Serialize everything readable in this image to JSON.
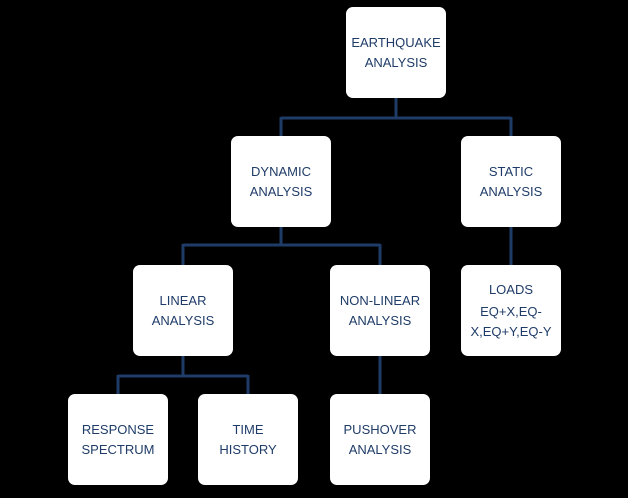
{
  "colors": {
    "background": "#000000",
    "box": "#ffffff",
    "text": "#1f3c68",
    "connector": "#1f3c68"
  },
  "nodes": {
    "earthquake": "EARTHQUAKE\nANALYSIS",
    "dynamic": "DYNAMIC\nANALYSIS",
    "static": "STATIC\nANALYSIS",
    "linear": "LINEAR\nANALYSIS",
    "nonlinear": "NON-LINEAR\nANALYSIS",
    "loads_title": "LOADS",
    "loads_detail": "EQ+X,EQ-\nX,EQ+Y,EQ-Y",
    "response": "RESPONSE\nSPECTRUM",
    "timehistory": "TIME HISTORY",
    "pushover": "PUSHOVER\nANALYSIS"
  }
}
